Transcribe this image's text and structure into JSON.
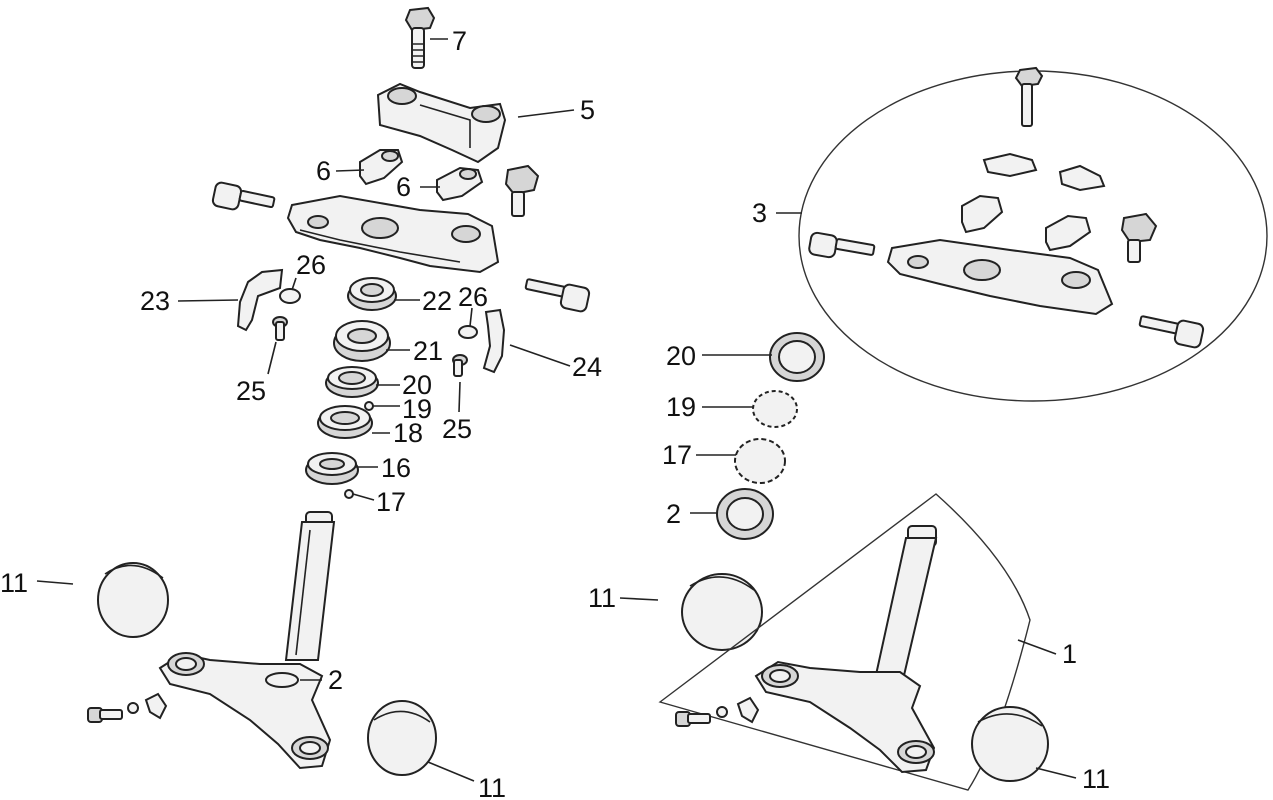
{
  "callouts": {
    "c7": "7",
    "c5": "5",
    "c6a": "6",
    "c6b": "6",
    "c26a": "26",
    "c23": "23",
    "c22": "22",
    "c26b": "26",
    "c21": "21",
    "c24": "24",
    "c25a": "25",
    "c20a": "20",
    "c19a": "19",
    "c18": "18",
    "c25b": "25",
    "c16": "16",
    "c17a": "17",
    "c11a": "11",
    "c2a": "2",
    "c11b": "11",
    "c3": "3",
    "c20b": "20",
    "c19b": "19",
    "c17b": "17",
    "c2b": "2",
    "c11c": "11",
    "c1": "1",
    "c11d": "11"
  }
}
